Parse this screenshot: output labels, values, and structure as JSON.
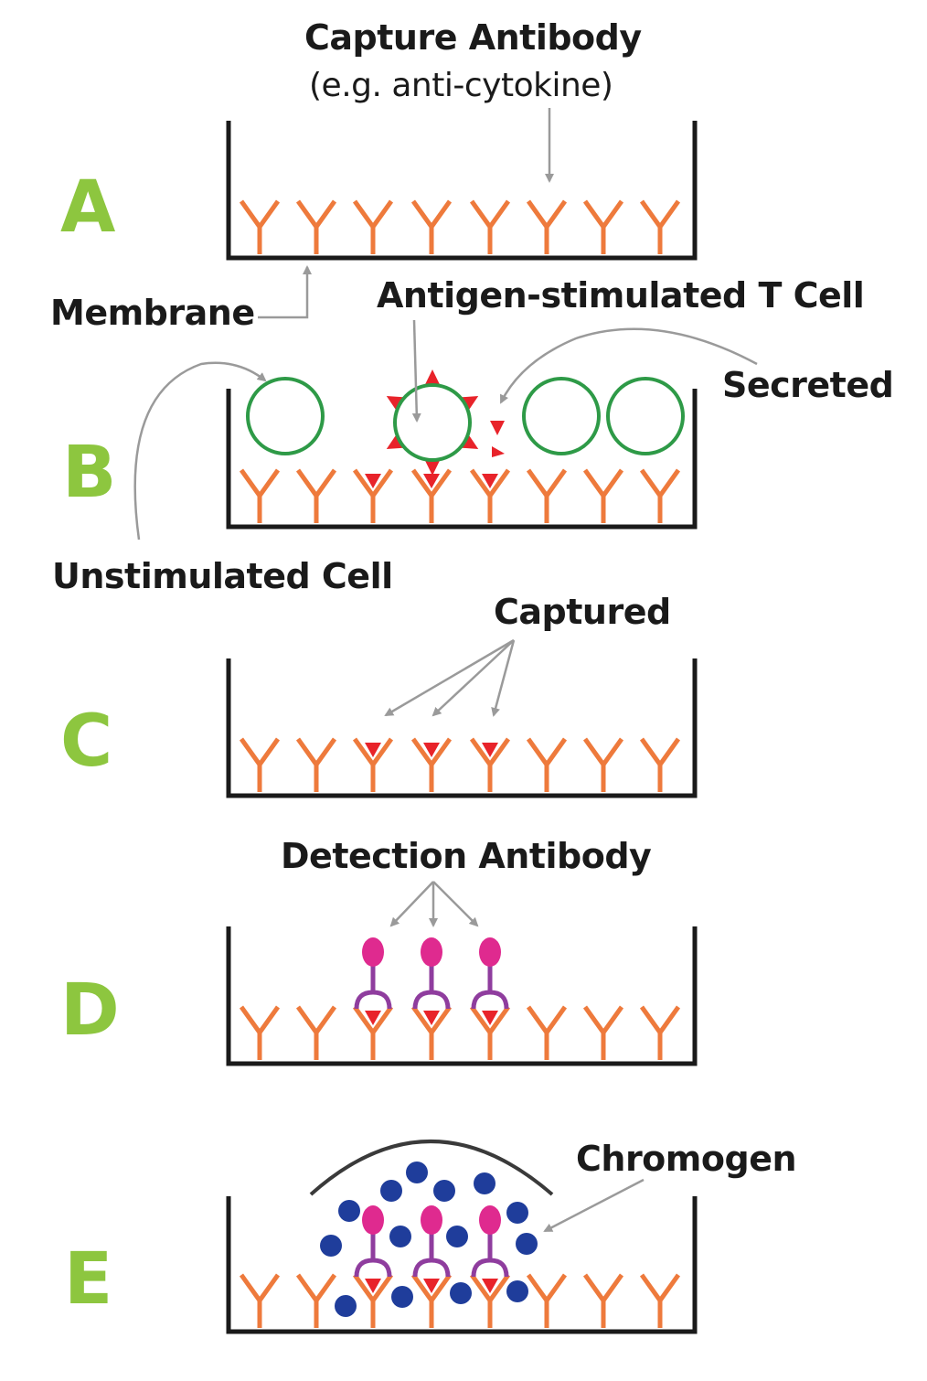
{
  "panels": [
    {
      "letter": "A",
      "captured": []
    },
    {
      "letter": "B",
      "captured": [
        2,
        3,
        4
      ]
    },
    {
      "letter": "C",
      "captured": [
        2,
        3,
        4
      ]
    },
    {
      "letter": "D",
      "captured": [
        2,
        3,
        4
      ],
      "detection": [
        2,
        3,
        4
      ]
    },
    {
      "letter": "E",
      "captured": [
        2,
        3,
        4
      ],
      "detection": [
        2,
        3,
        4
      ],
      "chromogen": true
    }
  ],
  "labels": {
    "capture_antibody": "Capture Antibody",
    "capture_antibody_example": "(e.g. anti-cytokine)",
    "membrane": "Membrane",
    "antigen_stimulated": "Antigen-stimulated T Cell",
    "secreted": "Secreted",
    "unstimulated": "Unstimulated Cell",
    "captured": "Captured",
    "detection_antibody": "Detection Antibody",
    "chromogen": "Chromogen"
  },
  "colors": {
    "letter": "#8dc63f",
    "capture_antibody": "#ee7a3c",
    "cytokine": "#e8232a",
    "cell": "#2e9a47",
    "detection_stem": "#8f3d9e",
    "detection_head": "#df2a8f",
    "chromogen": "#1f3d9b",
    "well": "#1a1a1a",
    "arrow": "#9a9a9a"
  }
}
